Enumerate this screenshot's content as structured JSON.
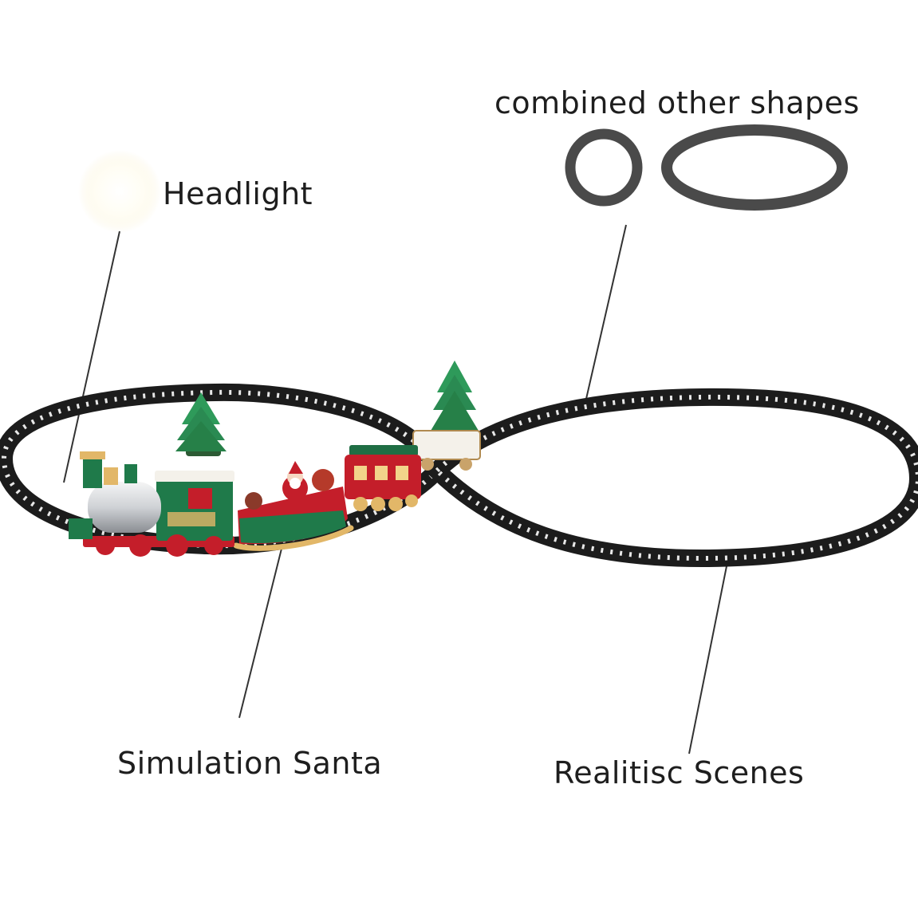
{
  "labels": {
    "headlight": "Headlight",
    "combined_shapes": "combined other shapes",
    "simulation_santa": "Simulation Santa",
    "realistic_scenes": "Realitisc Scenes"
  },
  "colors": {
    "background": "#ffffff",
    "text": "#1e1e1e",
    "track": "#1c1c1c",
    "shape_icon": "#4a4a4a",
    "train_green": "#1f7a4a",
    "train_red": "#c41e2a",
    "tree_green": "#2e9a5a"
  },
  "icons": {
    "headlight_glow": "headlight-glow-icon",
    "circle_track_shape": "circle-track-icon",
    "oval_track_shape": "oval-track-icon"
  }
}
